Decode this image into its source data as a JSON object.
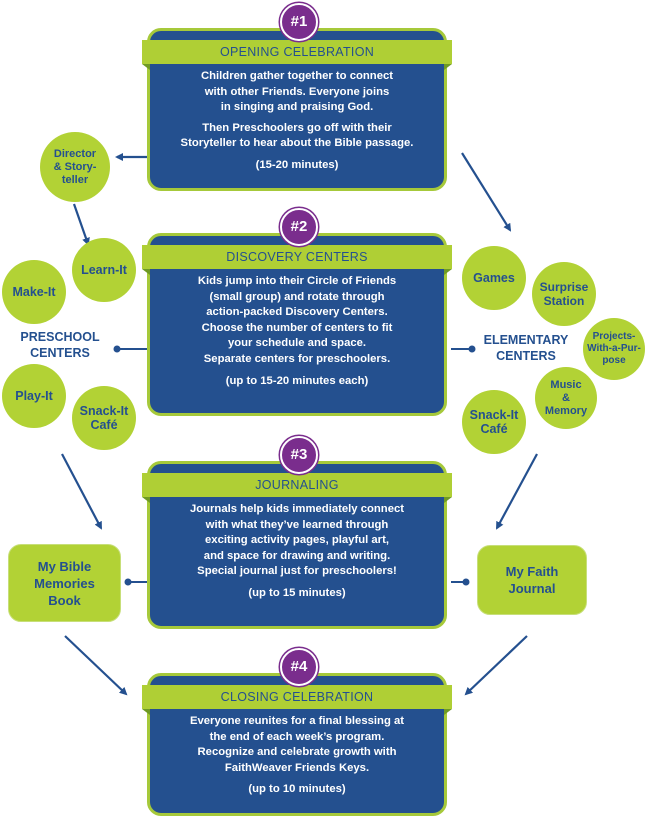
{
  "colors": {
    "card_fill": "#24508f",
    "card_border": "#a6c93a",
    "ribbon": "#afcf35",
    "badge": "#7a2d8d",
    "circle": "#b2d235",
    "text_dark": "#24508f",
    "arrow": "#24508f"
  },
  "steps": [
    {
      "badge": "#1",
      "title": "OPENING CELEBRATION",
      "lines": [
        "Children gather together to connect",
        "with other Friends. Everyone joins",
        "in singing and praising God."
      ],
      "lines2": [
        "Then Preschoolers go off with their",
        "Storyteller to hear about the Bible passage."
      ],
      "time": "(15-20 minutes)"
    },
    {
      "badge": "#2",
      "title": "DISCOVERY CENTERS",
      "lines": [
        "Kids jump into their Circle of Friends",
        "(small group) and rotate through",
        "action-packed Discovery Centers.",
        "Choose the number of centers to fit",
        "your schedule and space.",
        "Separate centers for preschoolers."
      ],
      "time": "(up to 15-20 minutes each)"
    },
    {
      "badge": "#3",
      "title": "JOURNALING",
      "lines": [
        "Journals help kids immediately connect",
        "with what they’ve learned through",
        "exciting activity pages, playful art,",
        "and space for drawing and writing.",
        "Special journal just for preschoolers!"
      ],
      "time": "(up to 15 minutes)"
    },
    {
      "badge": "#4",
      "title": "CLOSING CELEBRATION",
      "lines": [
        "Everyone reunites for a final blessing at",
        "the end of each week’s program.",
        "Recognize and celebrate growth with",
        "FaithWeaver Friends Keys."
      ],
      "time": "(up to 10 minutes)"
    }
  ],
  "director": [
    "Director",
    "& Story-",
    "teller"
  ],
  "preschool": {
    "label": [
      "PRESCHOOL",
      "CENTERS"
    ],
    "centers": [
      [
        "Learn-It"
      ],
      [
        "Make-It"
      ],
      [
        "Play-It"
      ],
      [
        "Snack-It",
        "Café"
      ]
    ]
  },
  "elementary": {
    "label": [
      "ELEMENTARY",
      "CENTERS"
    ],
    "centers": [
      [
        "Games"
      ],
      [
        "Surprise",
        "Station"
      ],
      [
        "Projects-",
        "With-a-Pur-",
        "pose"
      ],
      [
        "Music",
        "&",
        "Memory"
      ],
      [
        "Snack-It",
        "Café"
      ]
    ]
  },
  "journals": {
    "preschool": [
      "My Bible",
      "Memories",
      "Book"
    ],
    "elementary": [
      "My Faith",
      "Journal"
    ]
  }
}
